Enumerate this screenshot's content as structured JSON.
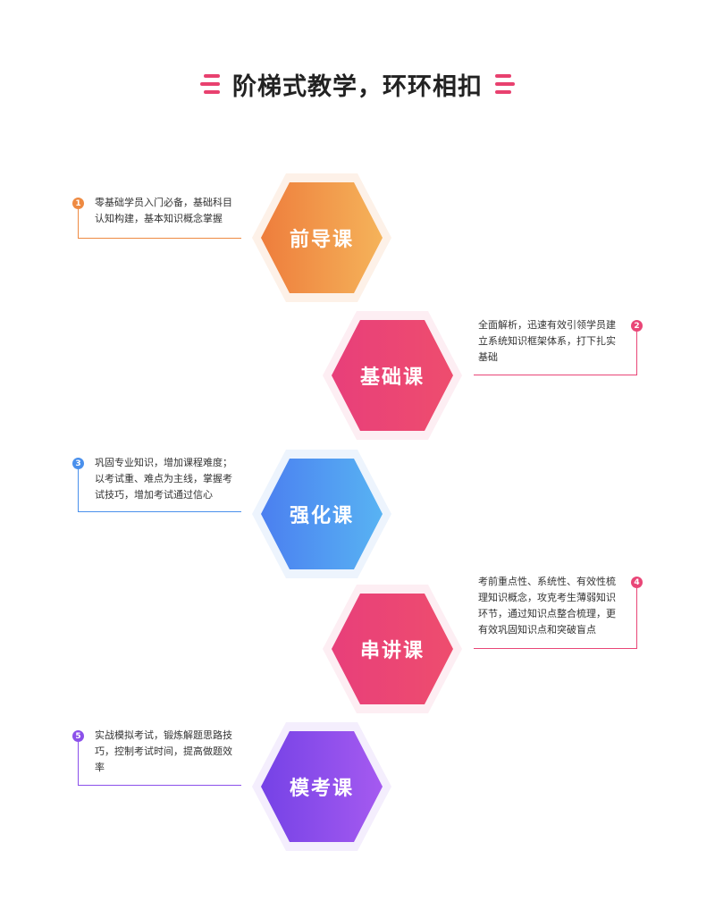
{
  "title": "阶梯式教学，环环相扣",
  "colors": {
    "accent": "#e8416f",
    "orange": "#ee8a42",
    "pink": "#e94677",
    "blue": "#4a90ec",
    "purple": "#8b50ea"
  },
  "steps": [
    {
      "num": "1",
      "label": "前导课",
      "desc": [
        "零基础学员入门必备，基础科目",
        "认知构建，基本知识概念掌握"
      ]
    },
    {
      "num": "2",
      "label": "基础课",
      "desc": [
        "全面解析，迅速有效引领学员建",
        "立系统知识框架体系，打下扎实",
        "基础"
      ]
    },
    {
      "num": "3",
      "label": "强化课",
      "desc": [
        "巩固专业知识，增加课程难度；",
        "以考试重、难点为主线，掌握考",
        "试技巧，增加考试通过信心"
      ]
    },
    {
      "num": "4",
      "label": "串讲课",
      "desc": [
        "考前重点性、系统性、有效性梳",
        "理知识概念，攻克考生薄弱知识",
        "环节，通过知识点整合梳理，更",
        "有效巩固知识点和突破盲点"
      ]
    },
    {
      "num": "5",
      "label": "模考课",
      "desc": [
        "实战模拟考试，锻炼解题思路技",
        "巧，控制考试时间，提高做题效",
        "率"
      ]
    }
  ]
}
